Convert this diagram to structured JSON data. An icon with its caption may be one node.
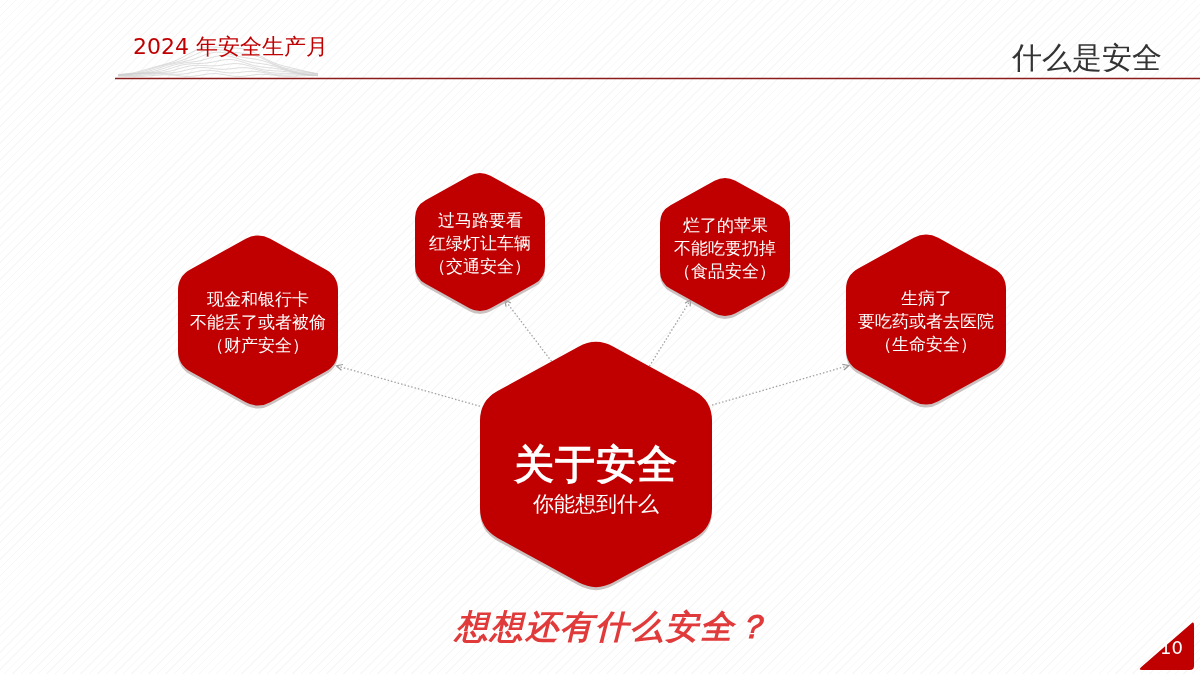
{
  "diagram": {
    "title": "什么是安全",
    "nodes": [
      {
        "text": [
          "关于安全",
          "你能想到什么"
        ]
      },
      {
        "text": [
          "现金和银行卡不能丢了或者被偷",
          "（财产安全）"
        ]
      },
      {
        "text": [
          "过马路要看红绿灯让车辆",
          "（交通安全）"
        ]
      },
      {
        "text": [
          "烂了的苹果不能吃要扔掉",
          "（食品安全）"
        ]
      },
      {
        "text": [
          "生病了要吃药或者去医院",
          "（生命安全）"
        ]
      }
    ],
    "edges": [
      {
        "from": 0,
        "to": 1,
        "arrow": "to"
      },
      {
        "from": 0,
        "to": 2,
        "arrow": "to"
      },
      {
        "from": 0,
        "to": 3,
        "arrow": "to"
      },
      {
        "from": 0,
        "to": 4,
        "arrow": "to"
      }
    ],
    "labels": [
      "2024 年安全生产月",
      "想想还有什么安全？",
      "10"
    ]
  }
}
